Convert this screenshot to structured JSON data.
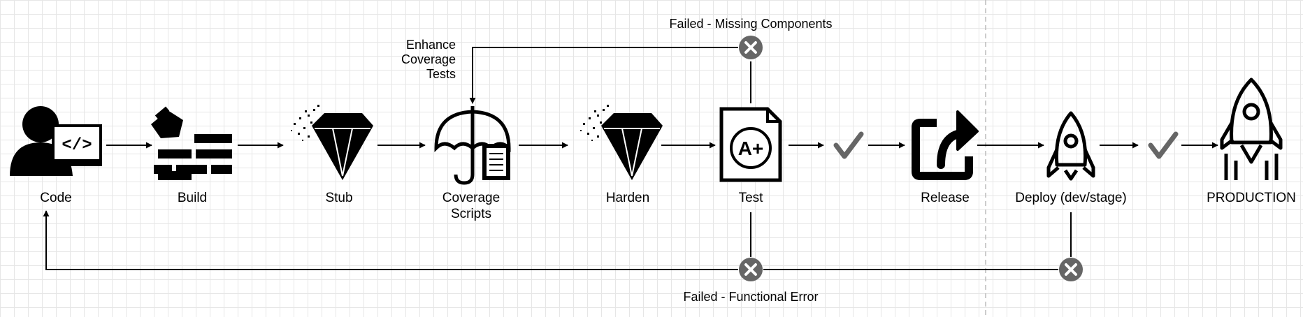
{
  "stages": {
    "code": "Code",
    "build": "Build",
    "stub": "Stub",
    "coverage_line1": "Coverage",
    "coverage_line2": "Scripts",
    "harden": "Harden",
    "test": "Test",
    "release": "Release",
    "deploy": "Deploy (dev/stage)",
    "production": "PRODUCTION"
  },
  "annotations": {
    "failed_missing": "Failed - Missing Components",
    "failed_functional": "Failed - Functional Error",
    "enhance_line1": "Enhance",
    "enhance_line2": "Coverage",
    "enhance_line3": "Tests"
  },
  "icons": {
    "code": "developer-icon",
    "build": "bricks-icon",
    "stub": "diamond-icon",
    "coverage": "umbrella-document-icon",
    "harden": "diamond-icon",
    "test": "graded-document-icon",
    "release": "share-icon",
    "deploy": "rocket-icon",
    "production": "rocket-launch-icon",
    "pass": "check-icon",
    "fail": "x-circle-icon"
  },
  "colors": {
    "line": "#000000",
    "check": "#666666",
    "fail": "#666666",
    "divider": "#bbbbbb",
    "grid": "#e6e6e6"
  }
}
